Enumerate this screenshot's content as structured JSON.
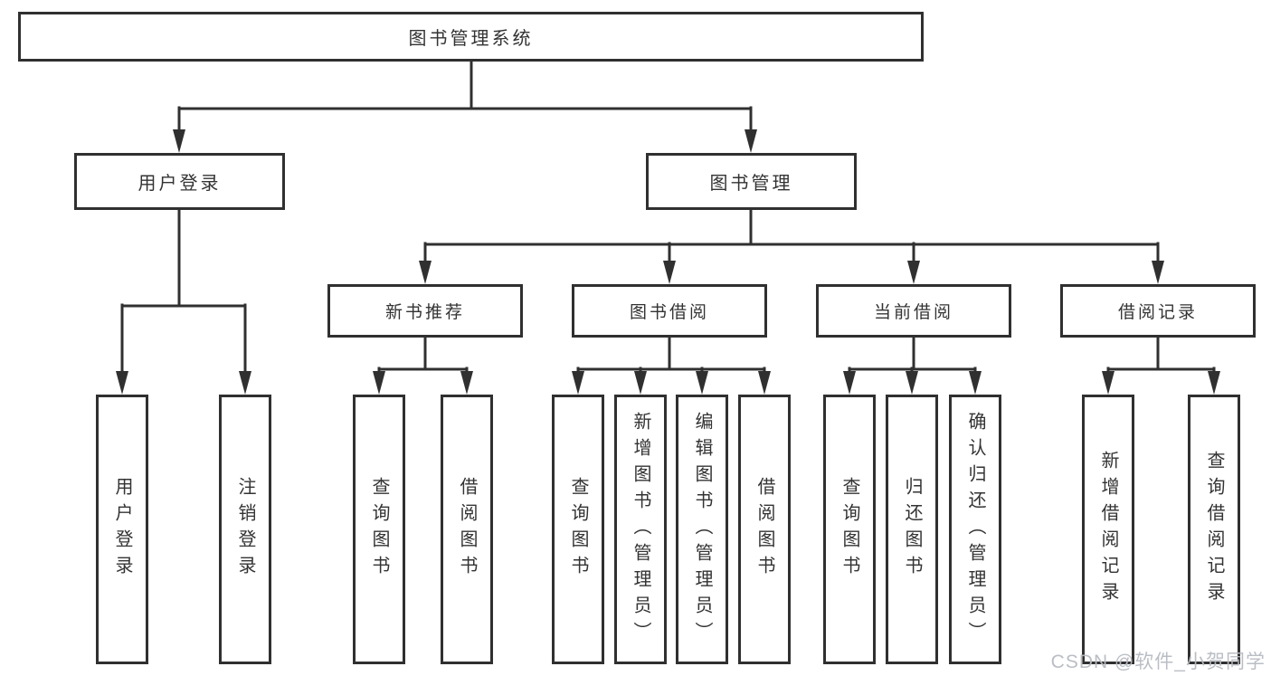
{
  "tree": {
    "root": "图书管理系统",
    "branches": [
      {
        "label": "用户登录",
        "children": [
          "用户登录",
          "注销登录"
        ]
      },
      {
        "label": "图书管理",
        "groups": [
          {
            "label": "新书推荐",
            "children": [
              "查询图书",
              "借阅图书"
            ]
          },
          {
            "label": "图书借阅",
            "children": [
              "查询图书",
              "新增图书（管理员）",
              "编辑图书（管理员）",
              "借阅图书"
            ]
          },
          {
            "label": "当前借阅",
            "children": [
              "查询图书",
              "归还图书",
              "确认归还（管理员）"
            ]
          },
          {
            "label": "借阅记录",
            "children": [
              "新增借阅记录",
              "查询借阅记录"
            ]
          }
        ]
      }
    ]
  },
  "watermark": "CSDN @软件_小贺同学",
  "colors": {
    "line": "#303030",
    "text": "#333333",
    "watermark": "#b7bbc1"
  }
}
